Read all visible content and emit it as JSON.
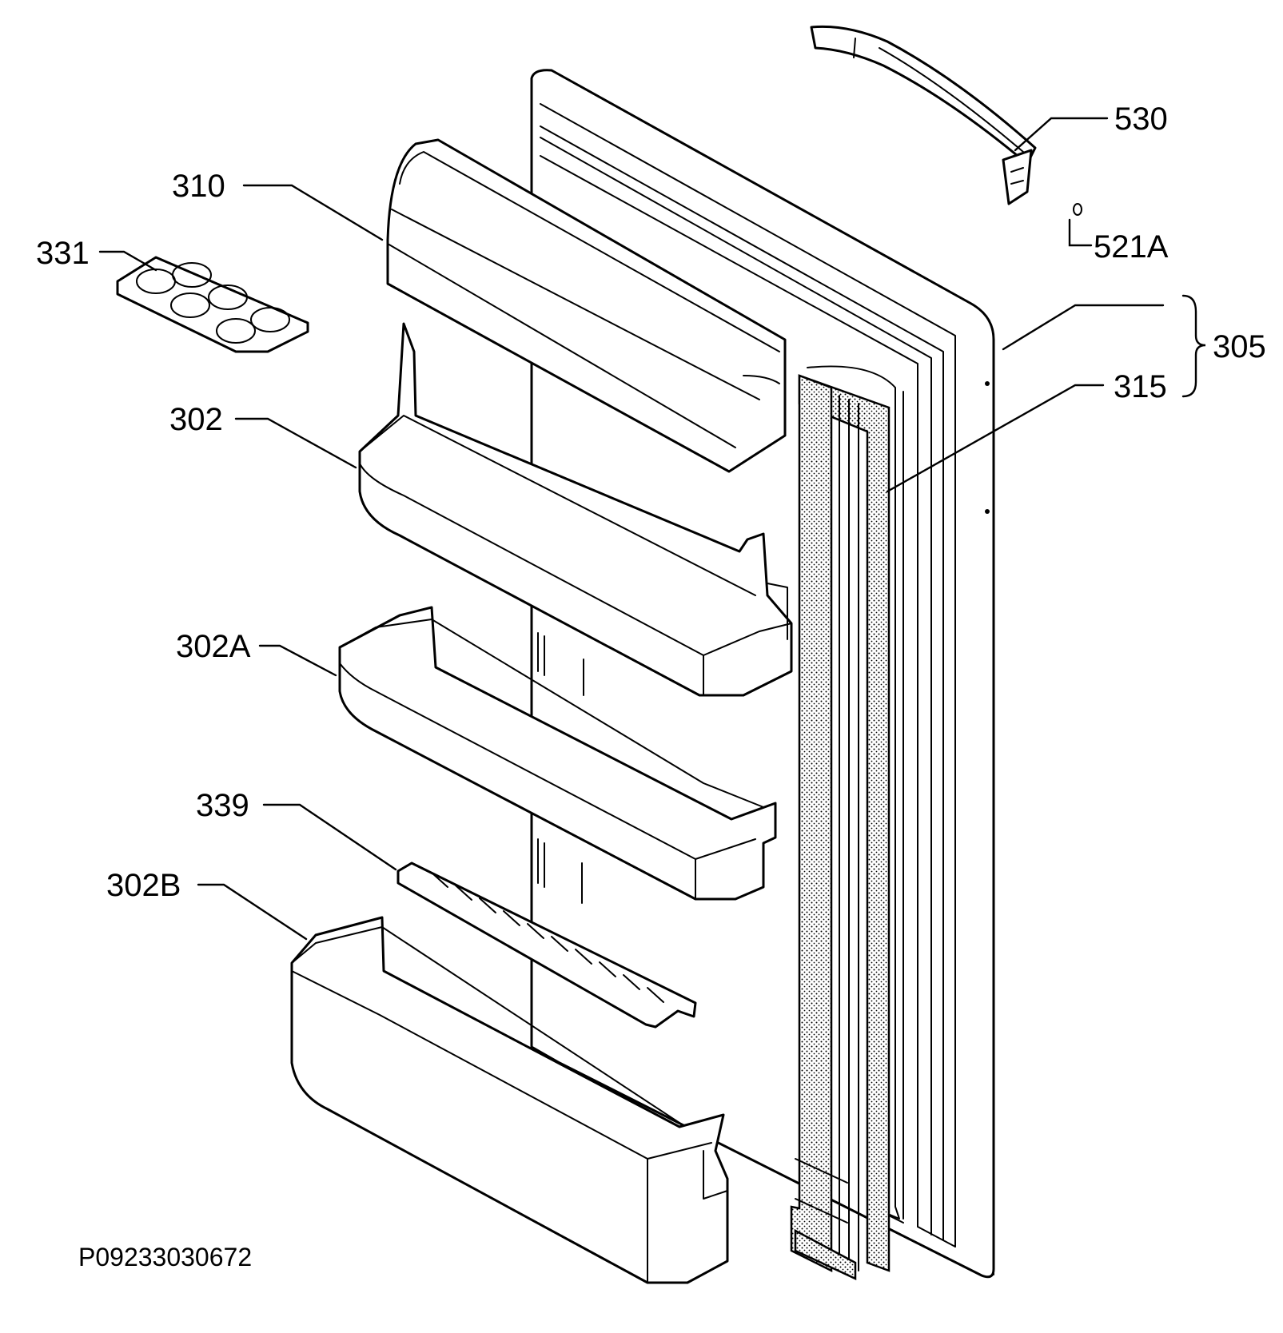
{
  "diagram": {
    "labels": {
      "p530": "530",
      "p521a": "521A",
      "p305": "305",
      "p315": "315",
      "p310": "310",
      "p331": "331",
      "p302": "302",
      "p302a": "302A",
      "p339": "339",
      "p302b": "302B"
    },
    "drawing_code": "P09233030672"
  }
}
